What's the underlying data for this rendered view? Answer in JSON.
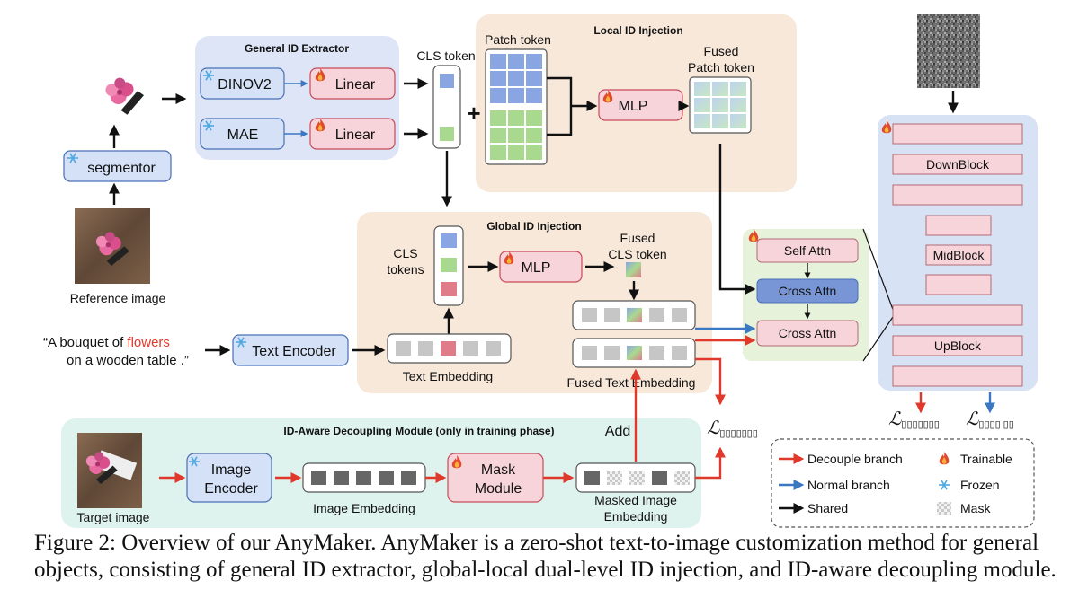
{
  "caption": "Figure 2: Overview of our AnyMaker. AnyMaker is a zero-shot text-to-image customization method for general objects, consisting of general ID extractor, global-local dual-level ID injection, and ID-aware decoupling module.",
  "colors": {
    "decouple_arrow": "#e0392b",
    "normal_arrow": "#3a78c2",
    "shared_arrow": "#111111",
    "extractor_bg": "#dde5f7",
    "injection_bg": "#f8e8da",
    "decoupling_bg": "#dff3ee",
    "unet_bg": "#d8e2f5",
    "attn_bg": "#e6f2da",
    "frozen_box": "#d4e1f7",
    "trainable_box": "#f7d4d9",
    "token_blue": "#8aa6e2",
    "token_green": "#a9d98f",
    "token_pink": "#e07b8a"
  },
  "icons": {
    "frozen": "snowflake-icon",
    "trainable": "flame-icon",
    "mask": "checkerboard-icon"
  },
  "general_extractor": {
    "title": "General ID Extractor",
    "dino": "DINOV2",
    "mae": "MAE",
    "linear_top": "Linear",
    "linear_bottom": "Linear"
  },
  "left": {
    "segmentor": "segmentor",
    "reference_caption": "Reference image"
  },
  "tokens": {
    "cls_token": "CLS token",
    "patch_token": "Patch token",
    "plus": "+"
  },
  "local_injection": {
    "title": "Local ID  Injection",
    "mlp": "MLP",
    "fused_patch_line1": "Fused",
    "fused_patch_line2": "Patch token"
  },
  "global_injection": {
    "title": "Global ID Injection",
    "cls_tokens_line1": "CLS",
    "cls_tokens_line2": "tokens",
    "mlp": "MLP",
    "fused_cls_line1": "Fused",
    "fused_cls_line2": "CLS token",
    "text_embedding": "Text Embedding",
    "fused_text_embedding": "Fused Text Embedding"
  },
  "prompt": {
    "line1_prefix": "“A bouquet of ",
    "line1_highlight": "flowers",
    "line2": "on a wooden table .”",
    "highlight_color": "#e0392b"
  },
  "text_encoder": "Text Encoder",
  "attention": {
    "self_attn": "Self Attn",
    "cross_attn_top": "Cross Attn",
    "cross_attn_bottom": "Cross Attn"
  },
  "unet": {
    "downblock": "DownBlock",
    "midblock": "MidBlock",
    "upblock": "UpBlock"
  },
  "decoupling": {
    "title": "ID-Aware Decoupling Module (only in training phase)",
    "image_encoder_line1": "Image",
    "image_encoder_line2": "Encoder",
    "image_embedding": "Image Embedding",
    "mask_module_line1": "Mask",
    "mask_module_line2": "Module",
    "masked_line1": "Masked Image",
    "masked_line2": "Embedding",
    "target_caption": "Target image",
    "add": "Add"
  },
  "loss": {
    "symbol": "ℒ",
    "decouple_sub": "▯▯▯▯▯▯▯",
    "unet_left_sub": "▯▯▯▯▯▯▯",
    "unet_right_sub": "▯▯▯▯ ▯▯"
  },
  "legend": {
    "decouple": "Decouple branch",
    "normal": "Normal branch",
    "shared": "Shared",
    "trainable": "Trainable",
    "frozen": "Frozen",
    "mask": "Mask"
  }
}
